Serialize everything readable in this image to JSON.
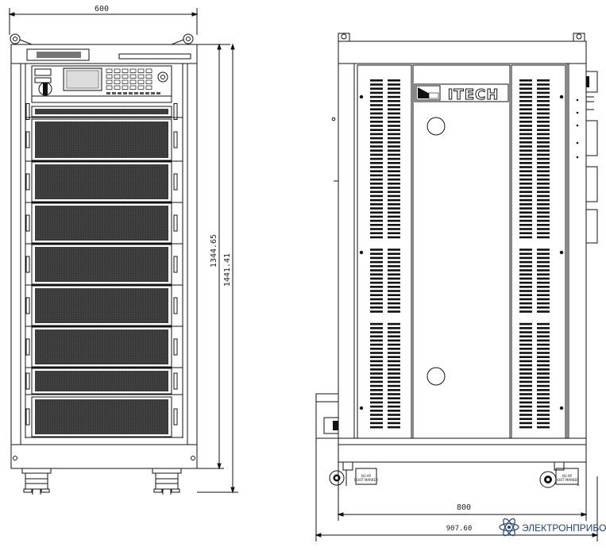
{
  "front_view": {
    "width_dim": "600",
    "height_dim_inner": "1344.65",
    "height_dim_outer": "1441.41"
  },
  "side_view": {
    "brand": "ITECH",
    "depth_dim": "800",
    "depth_dim_outer": "907.60",
    "foot_label": "ROOT MARKER"
  },
  "watermark": {
    "text": "ЭЛЕКТРОНПРИБОР"
  }
}
